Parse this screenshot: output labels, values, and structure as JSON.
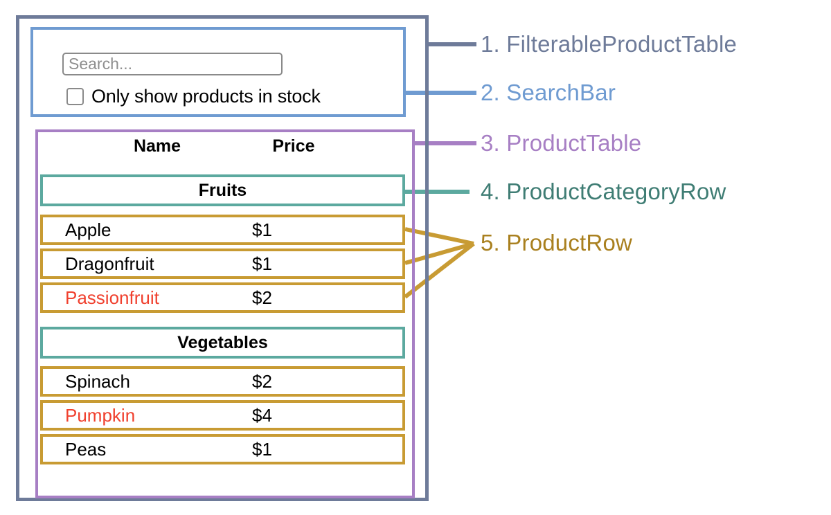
{
  "colors": {
    "filterable": "#6e7b99",
    "searchbar": "#6f9bd1",
    "producttable": "#a77fc4",
    "category": "#5ca99f",
    "product": "#c89b33",
    "out_of_stock_text": "#f0402e",
    "text": "#000000",
    "placeholder": "#8e8e8e",
    "input_border": "#8a8a8a"
  },
  "search_bar": {
    "input_value": "",
    "input_placeholder": "Search...",
    "checkbox_label": "Only show products in stock",
    "checkbox_checked": false
  },
  "product_table": {
    "columns": [
      "Name",
      "Price"
    ],
    "sections": [
      {
        "category": "Fruits",
        "rows": [
          {
            "name": "Apple",
            "price": "$1",
            "stocked": true
          },
          {
            "name": "Dragonfruit",
            "price": "$1",
            "stocked": true
          },
          {
            "name": "Passionfruit",
            "price": "$2",
            "stocked": false
          }
        ]
      },
      {
        "category": "Vegetables",
        "rows": [
          {
            "name": "Spinach",
            "price": "$2",
            "stocked": true
          },
          {
            "name": "Pumpkin",
            "price": "$4",
            "stocked": false
          },
          {
            "name": "Peas",
            "price": "$1",
            "stocked": true
          }
        ]
      }
    ]
  },
  "legend": [
    {
      "number": "1.",
      "name": "FilterableProductTable",
      "text": "1. FilterableProductTable",
      "color": "#6e7b99"
    },
    {
      "number": "2.",
      "name": "SearchBar",
      "text": "2. SearchBar",
      "color": "#6f9bd1"
    },
    {
      "number": "3.",
      "name": "ProductTable",
      "text": "3. ProductTable",
      "color": "#a77fc4"
    },
    {
      "number": "4.",
      "name": "ProductCategoryRow",
      "text": "4. ProductCategoryRow",
      "color": "#5ca99f"
    },
    {
      "number": "5.",
      "name": "ProductRow",
      "text": "5. ProductRow",
      "color": "#c89b33"
    }
  ]
}
